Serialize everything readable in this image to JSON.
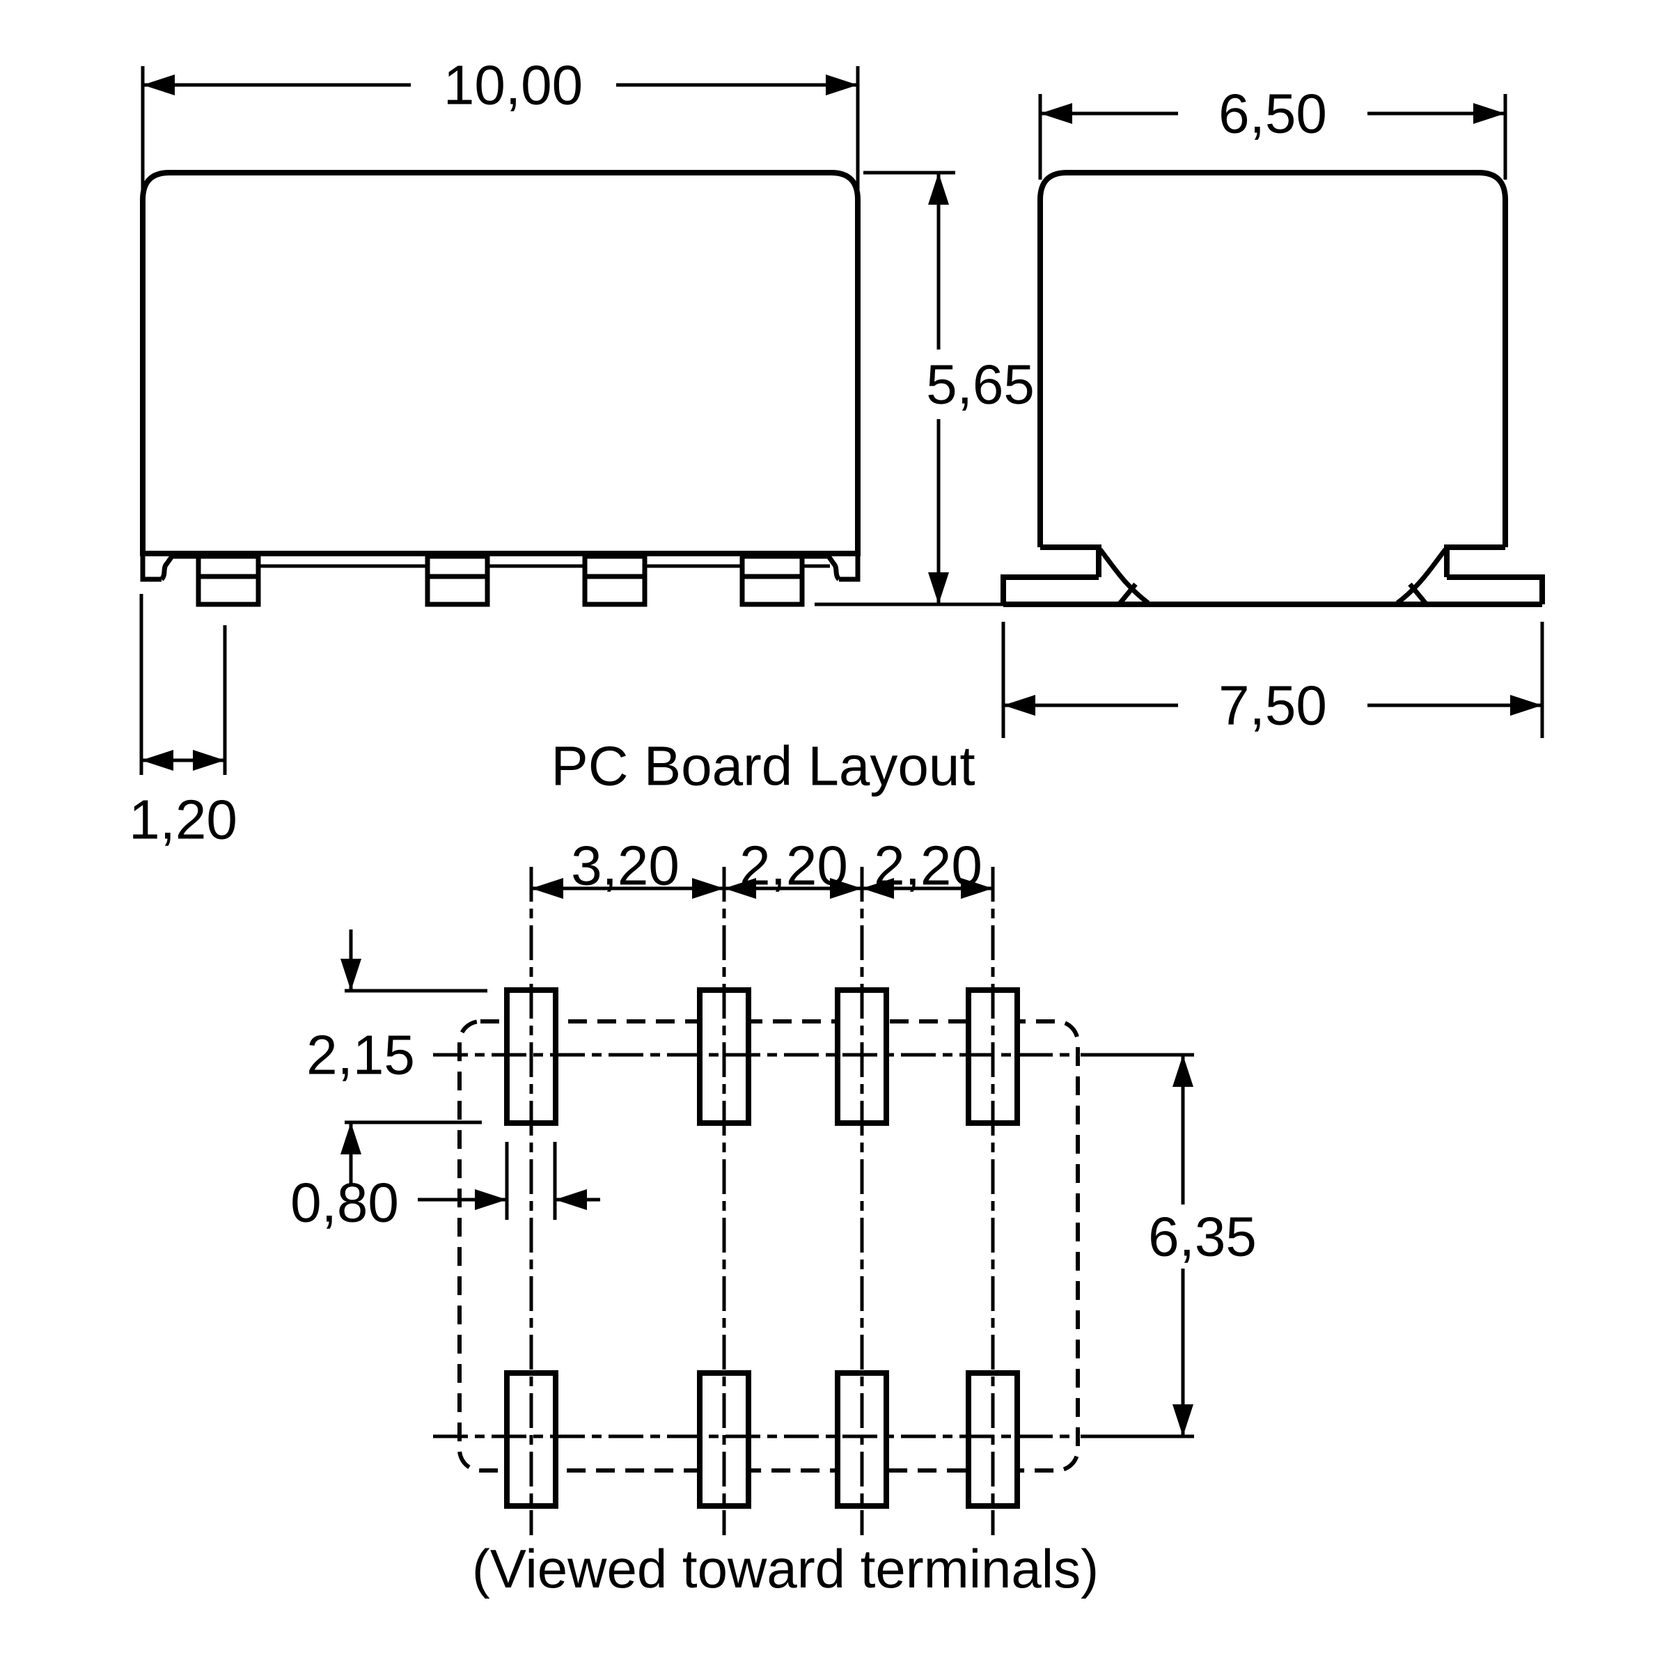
{
  "page": {
    "background_color": "#ffffff",
    "line_color": "#000000"
  },
  "front_view": {
    "description": "front elevation of component with four bottom terminals",
    "width_label": "10,00",
    "height_label": "5,65",
    "first_terminal_offset_label": "1,20",
    "terminal_count": 4
  },
  "side_view": {
    "description": "side elevation of component with gull-wing feet",
    "width_label": "6,50",
    "foot_span_label": "7,50"
  },
  "pcb_layout": {
    "title": "PC Board Layout",
    "caption": "(Viewed toward terminals)",
    "pitch_labels": [
      "3,20",
      "2,20",
      "2,20"
    ],
    "pad_height_label": "2,15",
    "pad_width_label": "0,80",
    "row_spacing_label": "6,35",
    "pad_columns": 4,
    "pad_rows": 2
  }
}
